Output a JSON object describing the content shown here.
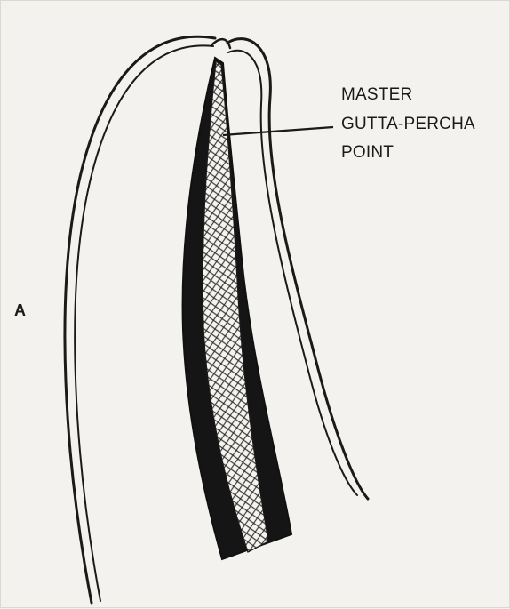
{
  "figure": {
    "panel_letter": "A",
    "callout": {
      "line1": "MASTER",
      "line2": "GUTTA-PERCHA",
      "line3": "POINT"
    }
  },
  "colors": {
    "background": "#f3f2ee",
    "ink": "#1a1a1a",
    "canal_fill": "#151515",
    "point_fill": "#f6f4ef"
  },
  "icons": {
    "tooth": "root-outline",
    "canal": "dark-canal-taper",
    "point": "crosshatched-gutta-percha"
  }
}
